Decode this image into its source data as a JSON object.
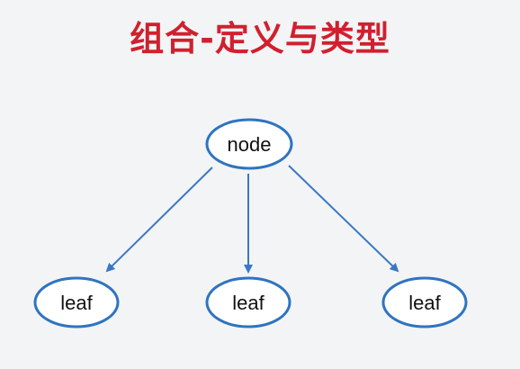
{
  "slide": {
    "title": "组合-定义与类型"
  },
  "diagram": {
    "root": {
      "label": "node"
    },
    "leaves": [
      {
        "label": "leaf"
      },
      {
        "label": "leaf"
      },
      {
        "label": "leaf"
      }
    ],
    "colors": {
      "node_stroke": "#2e74c0",
      "node_fill": "#ffffff",
      "edge": "#3b78c4",
      "title": "#d0202f"
    }
  }
}
